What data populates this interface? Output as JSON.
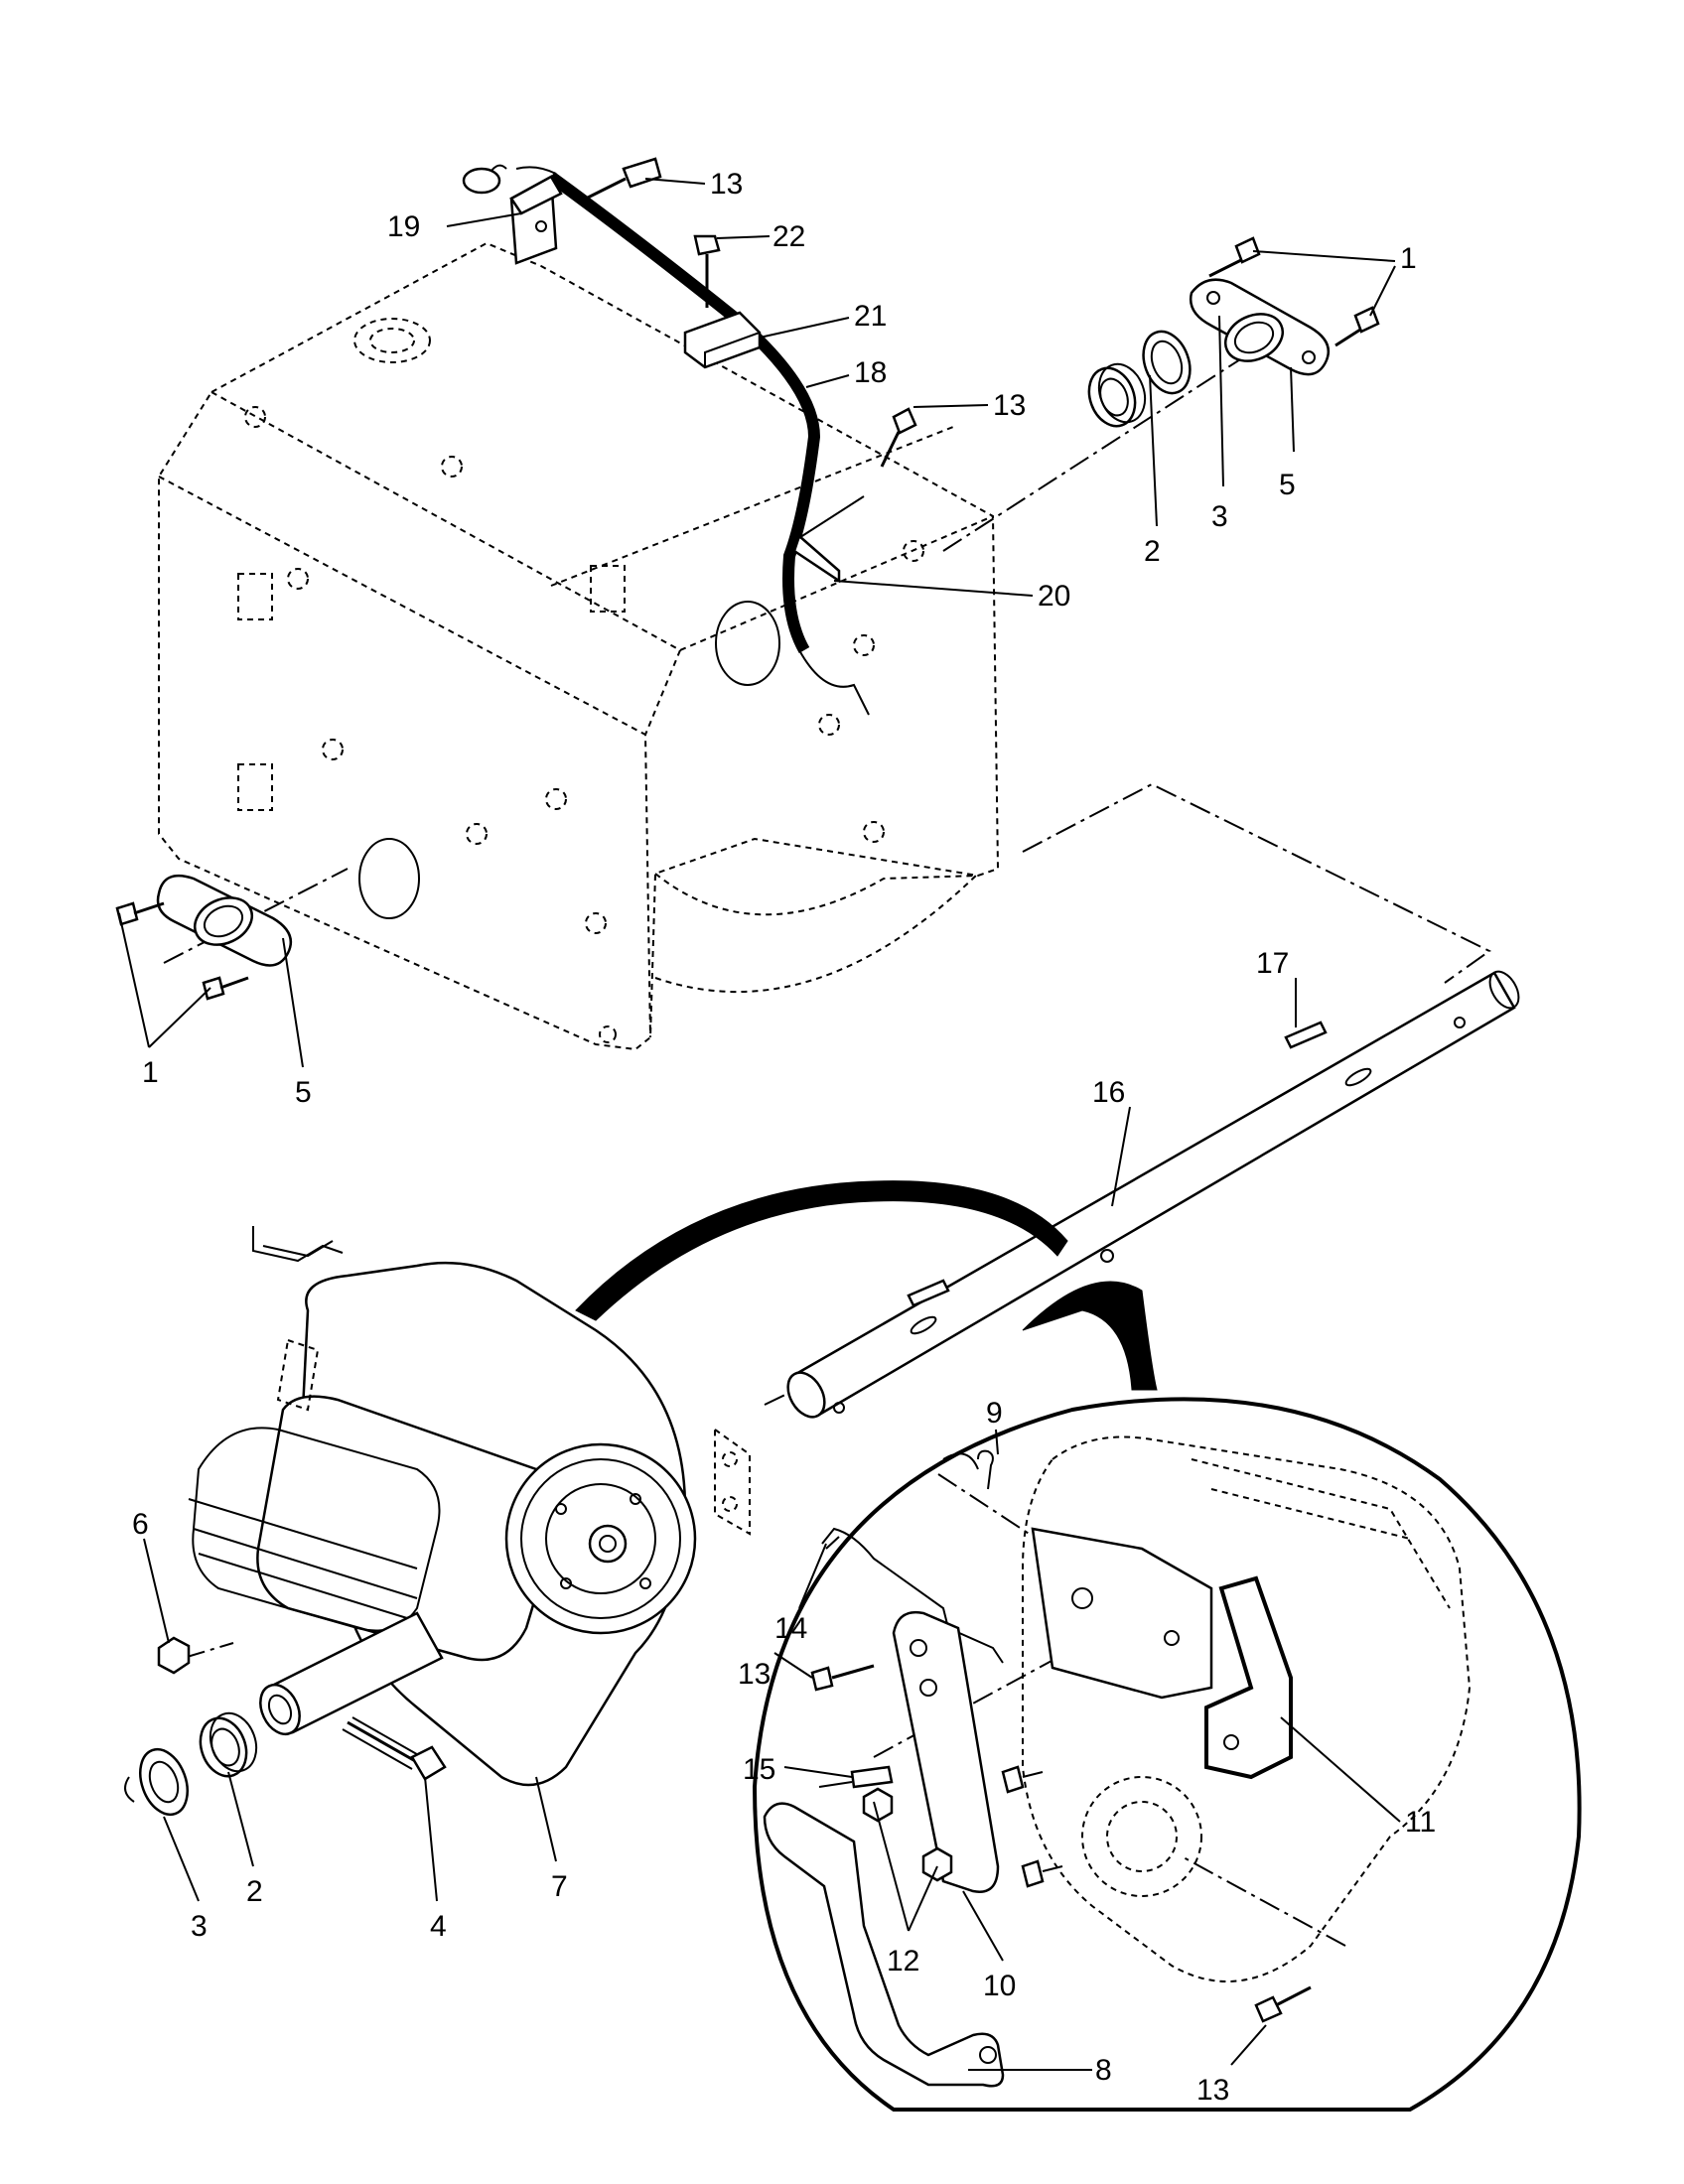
{
  "callouts": [
    {
      "id": "c1",
      "text": "13"
    },
    {
      "id": "c2",
      "text": "19"
    },
    {
      "id": "c3",
      "text": "22"
    },
    {
      "id": "c4",
      "text": "21"
    },
    {
      "id": "c5",
      "text": "18"
    },
    {
      "id": "c6",
      "text": "13"
    },
    {
      "id": "c7",
      "text": "20"
    },
    {
      "id": "c8",
      "text": "1"
    },
    {
      "id": "c9",
      "text": "5"
    },
    {
      "id": "c10",
      "text": "3"
    },
    {
      "id": "c11",
      "text": "2"
    },
    {
      "id": "c12",
      "text": "1"
    },
    {
      "id": "c13",
      "text": "5"
    },
    {
      "id": "c14",
      "text": "17"
    },
    {
      "id": "c15",
      "text": "16"
    },
    {
      "id": "c16",
      "text": "9"
    },
    {
      "id": "c17",
      "text": "6"
    },
    {
      "id": "c18",
      "text": "14"
    },
    {
      "id": "c19",
      "text": "13"
    },
    {
      "id": "c20",
      "text": "15"
    },
    {
      "id": "c21",
      "text": "11"
    },
    {
      "id": "c22",
      "text": "12"
    },
    {
      "id": "c23",
      "text": "10"
    },
    {
      "id": "c24",
      "text": "3"
    },
    {
      "id": "c25",
      "text": "2"
    },
    {
      "id": "c26",
      "text": "4"
    },
    {
      "id": "c27",
      "text": "7"
    },
    {
      "id": "c28",
      "text": "8"
    },
    {
      "id": "c29",
      "text": "13"
    }
  ]
}
